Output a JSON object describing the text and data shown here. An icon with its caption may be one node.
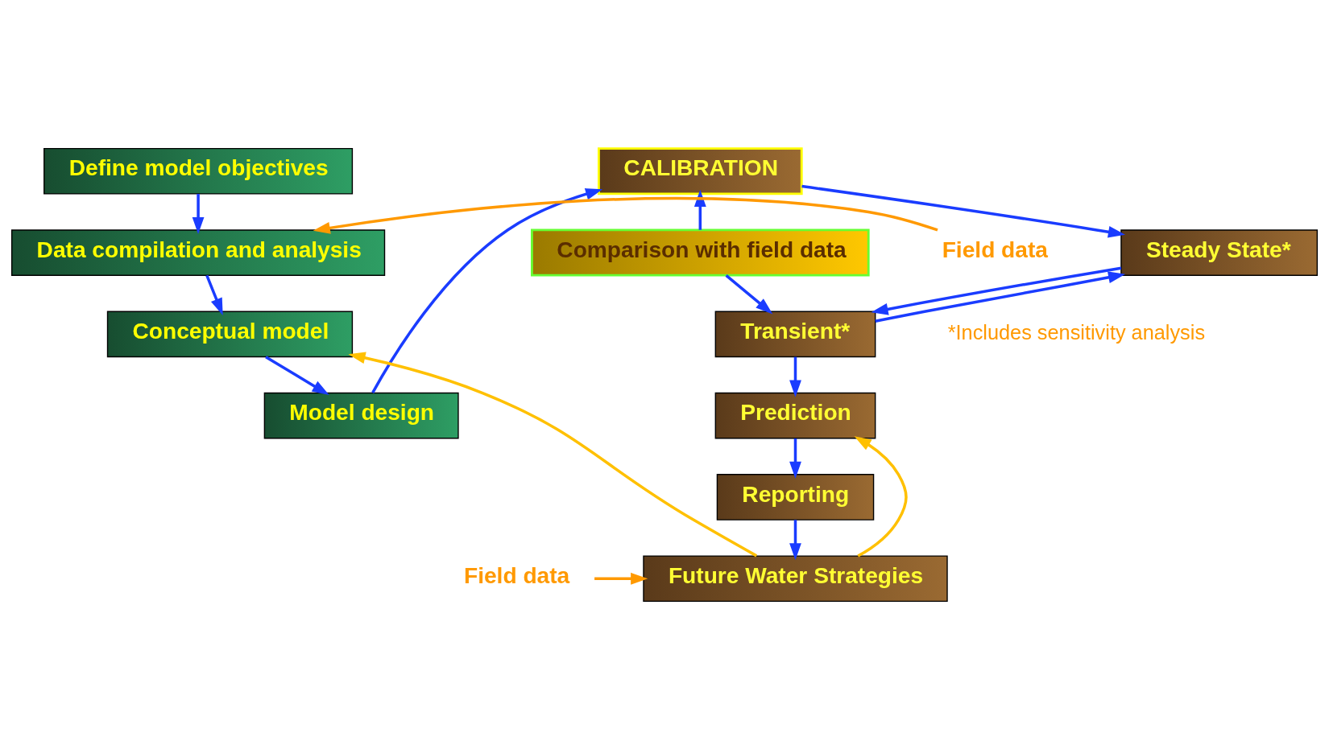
{
  "diagram": {
    "nodes": [
      {
        "text": [
          "Define model objectives"
        ]
      },
      {
        "text": [
          "Data compilation and analysis"
        ]
      },
      {
        "text": [
          "Conceptual model"
        ]
      },
      {
        "text": [
          "Model design"
        ]
      },
      {
        "text": [
          "CALIBRATION"
        ]
      },
      {
        "text": [
          "Steady State*"
        ]
      },
      {
        "text": [
          "Transient*"
        ]
      },
      {
        "text": [
          "Prediction"
        ]
      },
      {
        "text": [
          "Reporting"
        ]
      },
      {
        "text": [
          "Future Water Strategies"
        ]
      },
      {
        "text": [
          "Comparison with field data"
        ]
      },
      {
        "text": [
          "Field data"
        ]
      },
      {
        "text": [
          "Field data"
        ]
      }
    ],
    "edges": [
      {
        "from": 0,
        "to": 1,
        "arrow": "to"
      },
      {
        "from": 1,
        "to": 2,
        "arrow": "to"
      },
      {
        "from": 2,
        "to": 3,
        "arrow": "to"
      },
      {
        "from": 3,
        "to": 4,
        "arrow": "to"
      },
      {
        "from": 4,
        "to": 5,
        "arrow": "to"
      },
      {
        "from": 5,
        "to": 6,
        "arrow": "to"
      },
      {
        "from": 6,
        "to": 5,
        "arrow": "to"
      },
      {
        "from": 10,
        "to": 4,
        "arrow": "to"
      },
      {
        "from": 10,
        "to": 6,
        "arrow": "to"
      },
      {
        "from": 6,
        "to": 7,
        "arrow": "to"
      },
      {
        "from": 7,
        "to": 8,
        "arrow": "to"
      },
      {
        "from": 8,
        "to": 9,
        "arrow": "to"
      },
      {
        "from": 9,
        "to": 7,
        "arrow": "to",
        "color": "#ffc000"
      },
      {
        "from": 9,
        "to": 2,
        "arrow": "to",
        "color": "#ffc000"
      },
      {
        "from": 11,
        "to": 1,
        "arrow": "to",
        "color": "#ff9900"
      },
      {
        "from": 12,
        "to": 9,
        "arrow": "to",
        "color": "#ff9900"
      }
    ],
    "labels": [
      "*Includes sensitivity analysis"
    ]
  }
}
